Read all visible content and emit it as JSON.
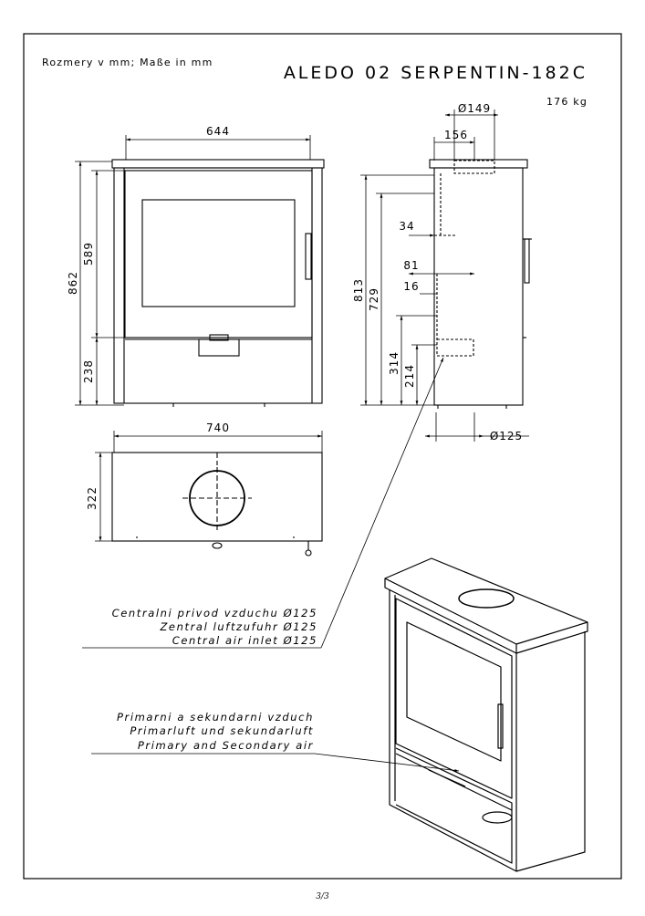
{
  "header": {
    "units_note": "Rozmery v mm; Maße in mm",
    "model_title": "ALEDO 02 SERPENTIN-182C",
    "weight": "176 kg"
  },
  "front_view": {
    "width": "644",
    "height_total": "862",
    "height_upper": "589",
    "height_lower": "238"
  },
  "side_view": {
    "flue_diameter": "Ø149",
    "flue_offset": "156",
    "dim_34": "34",
    "dim_81": "81",
    "dim_16": "16",
    "height_813": "813",
    "height_729": "729",
    "height_314": "314",
    "height_214": "214",
    "inlet_diameter": "Ø125"
  },
  "top_view": {
    "width": "740",
    "depth": "322"
  },
  "callouts": {
    "air_inlet": [
      "Centralni privod vzduchu Ø125",
      "Zentral luftzufuhr Ø125",
      "Central air inlet Ø125"
    ],
    "primary_air": [
      "Primarni a sekundarni vzduch",
      "Primarluft und sekundarluft",
      "Primary and Secondary air"
    ]
  },
  "footer": {
    "page": "3/3"
  }
}
